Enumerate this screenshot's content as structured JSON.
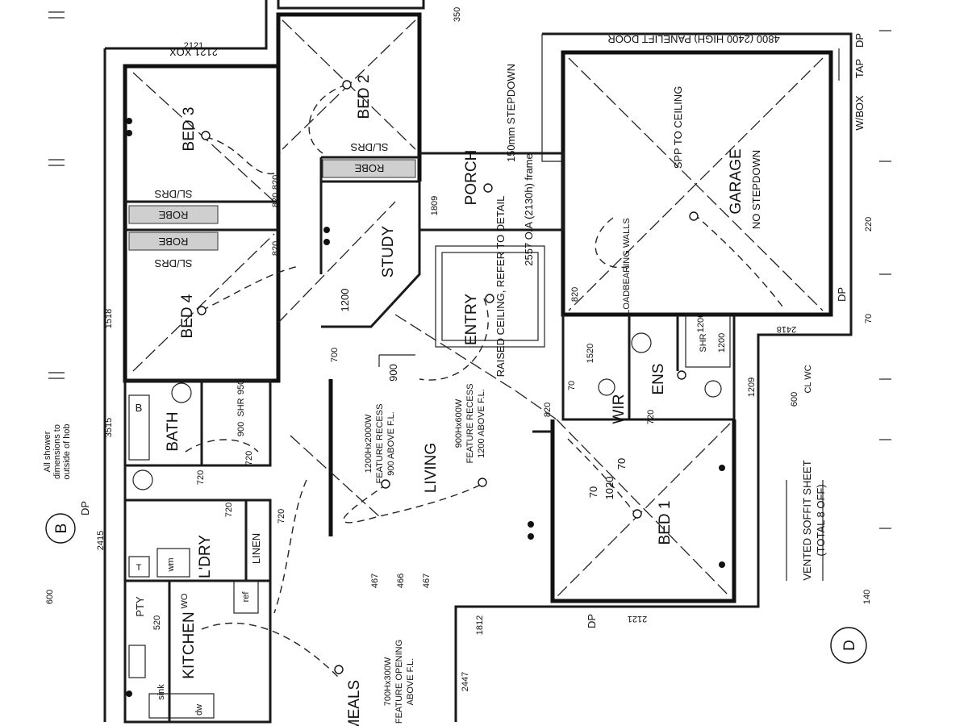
{
  "rooms": {
    "bed3": "BED 3",
    "bed2": "BED 2",
    "bed4": "BED 4",
    "bed1": "BED 1",
    "bath": "BATH",
    "ldry": "L'DRY",
    "linen": "LINEN",
    "kitchen": "KITCHEN",
    "meals": "MEALS",
    "pty": "PTY",
    "study": "STUDY",
    "porch": "PORCH",
    "entry": "ENTRY",
    "living": "LIVING",
    "garage": "GARAGE",
    "garage_sub": "NO STEPDOWN",
    "ens": "ENS",
    "wir": "WIR",
    "shr1": "SHR",
    "shr2": "SHR"
  },
  "fixtures": {
    "robe1": "ROBE",
    "robe2": "ROBE",
    "robe3": "ROBE",
    "sldrs1": "SL/DRS",
    "sldrs2": "SL/DRS",
    "sldrs3": "SL/DRS",
    "b": "B",
    "t": "T",
    "wm": "wm",
    "dw": "dw",
    "sink": "sink",
    "ref": "ref",
    "wo": "WO"
  },
  "notes": {
    "panelift": "4800 (2400 HIGH) PANELIFT DOOR",
    "stepdown": "150mm STEPDOWN",
    "frame": "2557 O/A (2130h) frame",
    "spp": "SPP TO CEILING",
    "loadbearing": "LOADBEARING WALLS",
    "raised_ceiling": "RAISED CEILING, REFER TO DETAIL",
    "feature1_a": "1200Hx2000W",
    "feature1_b": "FEATURE RECESS",
    "feature1_c": "900 ABOVE F.L.",
    "feature2_a": "900Hx600W",
    "feature2_b": "FEATURE RECESS",
    "feature2_c": "1200 ABOVE F.L.",
    "opening_a": "700Hx300W",
    "opening_b": "FEATURE OPENING",
    "opening_c": "ABOVE F.L.",
    "wbox": "W/BOX",
    "tap": "TAP",
    "dp1": "DP",
    "dp2": "DP",
    "dp3": "DP",
    "dp4": "DP",
    "xox": "2121 XOX",
    "cl_wc": "CL WC",
    "vented_a": "VENTED SOFFIT SHEET",
    "vented_b": "(TOTAL 8 OFF)",
    "shower_a": "All shower",
    "shower_b": "dimensions to",
    "shower_c": "outside of hob"
  },
  "markers": {
    "b": "B",
    "d": "D"
  },
  "dims": {
    "d350": "350",
    "d820a": "820",
    "d820b": "820",
    "d820c": "820",
    "d820d": "820",
    "d820e": "820",
    "d1809": "1809",
    "d1200a": "1200",
    "d1200b": "1200",
    "d1200c": "1200",
    "d1520": "1520",
    "d900a": "900",
    "d900b": "900",
    "d950": "950",
    "d720a": "720",
    "d720b": "720",
    "d720c": "720",
    "d720d": "720",
    "d720e": "720",
    "d1518": "1518",
    "d3515": "3515",
    "d2415": "2415",
    "d600a": "600",
    "d600b": "600",
    "d1209": "1209",
    "d2418": "2418",
    "d1812": "1812",
    "d2121a": "2121",
    "d2121b": "2121",
    "d1020": "1020",
    "d70a": "70",
    "d70b": "70",
    "d70c": "70",
    "d70d": "70",
    "d220": "220",
    "d140": "140",
    "d467a": "467",
    "d466": "466",
    "d467b": "467",
    "d700": "700",
    "d520": "520",
    "d2447": "2447"
  }
}
